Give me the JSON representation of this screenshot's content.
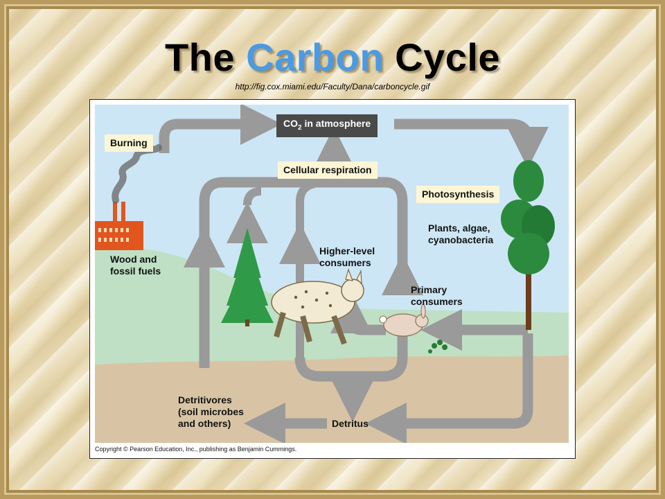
{
  "slide": {
    "title_part1": "The",
    "title_part2": "Carbon",
    "title_part3": "Cycle",
    "source_url": "http://fig.cox.miami.edu/Faculty/Dana/carboncycle.gif",
    "copyright": "Copyright © Pearson Education, Inc., publishing as Benjamin Cummings."
  },
  "diagram": {
    "co2_prefix": "CO",
    "co2_sub": "2",
    "co2_suffix": " in atmosphere",
    "burning": "Burning",
    "cellular_respiration": "Cellular respiration",
    "photosynthesis": "Photosynthesis",
    "plants": [
      "Plants, algae,",
      "cyanobacteria"
    ],
    "wood_fuels": [
      "Wood and",
      "fossil fuels"
    ],
    "higher_consumers": [
      "Higher-level",
      "consumers"
    ],
    "primary_consumers": [
      "Primary",
      "consumers"
    ],
    "detritivores": [
      "Detritivores",
      "(soil microbes",
      "and others)"
    ],
    "detritus": "Detritus"
  },
  "colors": {
    "title_accent": "#4a9ae4",
    "arrow": "#9a9a9a",
    "sky": "#cde6f5",
    "hills": "#bfe0c4",
    "soil": "#d8c4a4",
    "label_box": "#fdf6d6",
    "co2_box": "#4a4a4a"
  }
}
